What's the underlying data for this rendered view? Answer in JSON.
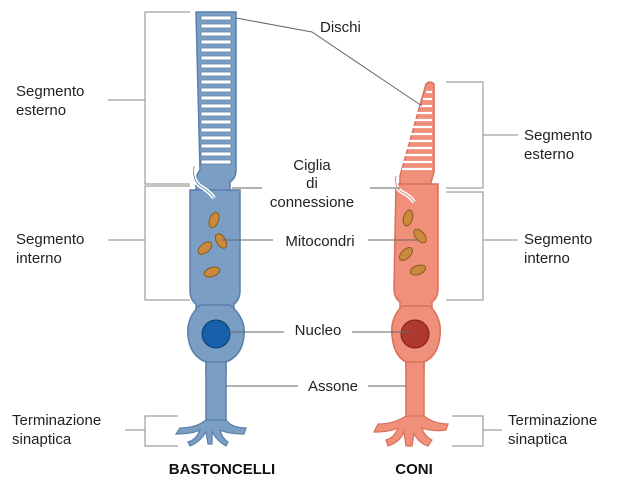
{
  "labels": {
    "dischi": "Dischi",
    "segmento_esterno_left_1": "Segmento",
    "segmento_esterno_left_2": "esterno",
    "segmento_esterno_right_1": "Segmento",
    "segmento_esterno_right_2": "esterno",
    "ciglia_1": "Ciglia",
    "ciglia_2": "di",
    "ciglia_3": "connessione",
    "segmento_interno_left_1": "Segmento",
    "segmento_interno_left_2": "interno",
    "segmento_interno_right_1": "Segmento",
    "segmento_interno_right_2": "interno",
    "mitocondri": "Mitocondri",
    "nucleo": "Nucleo",
    "assone": "Assone",
    "terminazione_left_1": "Terminazione",
    "terminazione_left_2": "sinaptica",
    "terminazione_right_1": "Terminazione",
    "terminazione_right_2": "sinaptica",
    "bastoncelli": "BASTONCELLI",
    "coni": "CONI"
  },
  "colors": {
    "rod_fill": "#7b9fc4",
    "rod_stroke": "#5a7fa8",
    "rod_nucleus": "#1560a8",
    "cone_fill": "#f0907a",
    "cone_stroke": "#d8705a",
    "cone_nucleus": "#b0392e",
    "mito_fill": "#c98a3c",
    "mito_stroke": "#8a5a20"
  }
}
